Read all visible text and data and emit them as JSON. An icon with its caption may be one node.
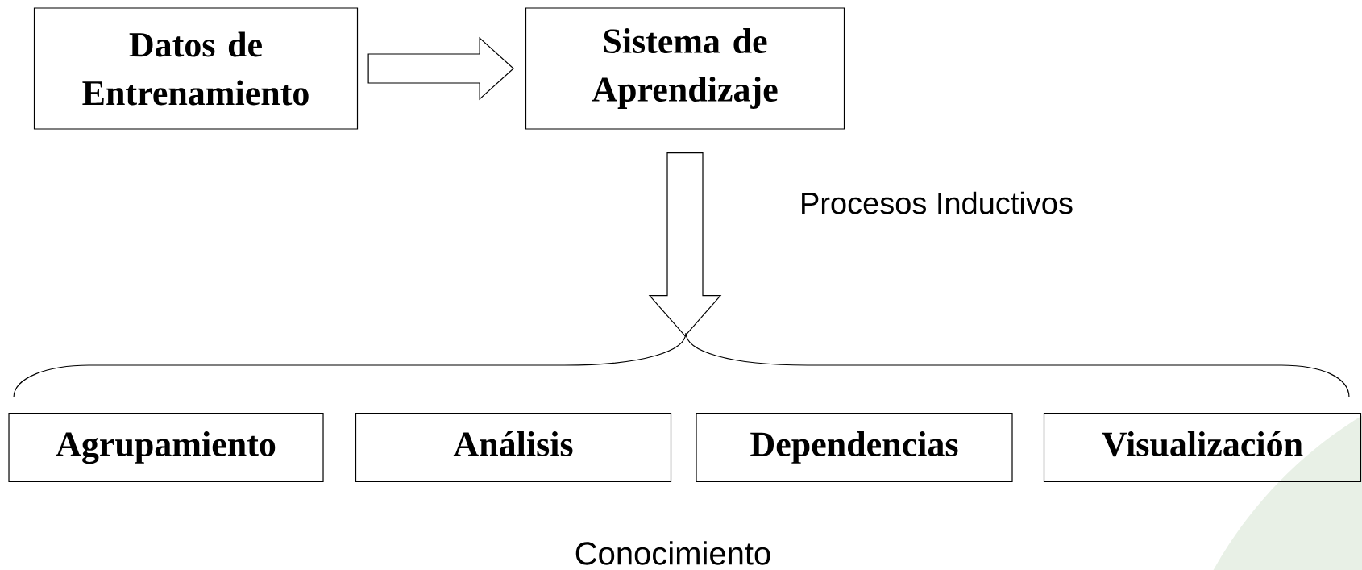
{
  "diagram": {
    "nodes": [
      {
        "text": [
          "Datos de Entrenamiento"
        ]
      },
      {
        "text": [
          "Sistema de Aprendizaje"
        ]
      },
      {
        "text": [
          "Agrupamiento"
        ]
      },
      {
        "text": [
          "Análisis"
        ]
      },
      {
        "text": [
          "Dependencias"
        ]
      },
      {
        "text": [
          "Visualización"
        ]
      }
    ],
    "edges": [
      {
        "from": 0,
        "to": 1,
        "arrow": "to"
      },
      {
        "from": 1,
        "to": null,
        "arrow": "to",
        "label": "Procesos Inductivos"
      }
    ],
    "labels": [
      "Conocimiento"
    ]
  }
}
